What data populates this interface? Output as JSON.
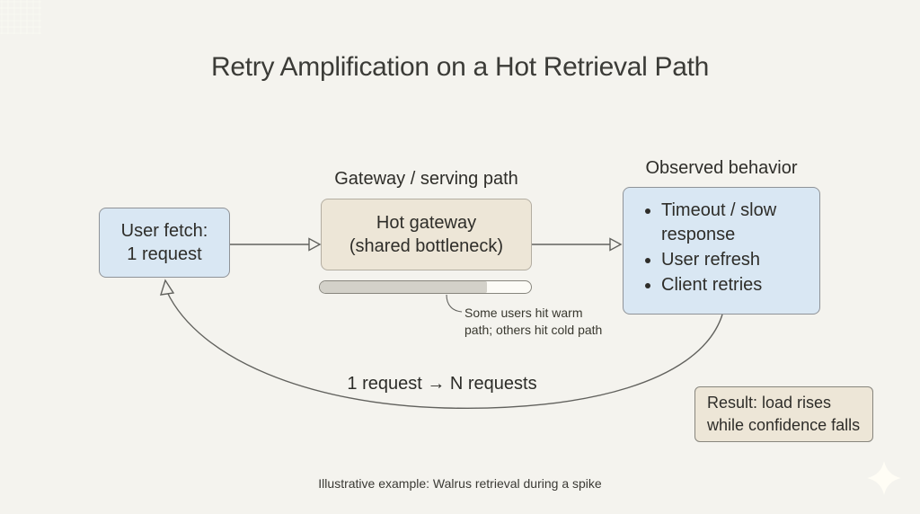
{
  "title": "Retry Amplification on a Hot Retrieval Path",
  "nodes": {
    "user_fetch": {
      "lines": [
        "User fetch:",
        "1 request"
      ]
    },
    "gateway": {
      "heading": "Gateway / serving path",
      "lines": [
        "Hot gateway",
        "(shared bottleneck)"
      ]
    },
    "observed": {
      "heading": "Observed behavior",
      "bullets": [
        "Timeout / slow response",
        "User refresh",
        "Client retries"
      ]
    },
    "result": {
      "lines": [
        "Result: load rises",
        "while confidence falls"
      ]
    }
  },
  "gateway_load_bar": {
    "fill_width": "79%",
    "annotation_lines": [
      "Some users hit warm",
      "path; others hit cold path"
    ]
  },
  "loop_label": "1 request → N requests",
  "caption": "Illustrative example: Walrus retrieval during a spike",
  "colors": {
    "background": "#f4f3ee",
    "blue_node_fill": "#d9e7f3",
    "tan_node_fill": "#ede6d7",
    "blue_node_border": "#8f9398",
    "tan_node_border": "#b3ada1",
    "arrow_stroke": "#62625e",
    "bar_fill": "#d3d1c9",
    "text": "#2e2d29"
  }
}
